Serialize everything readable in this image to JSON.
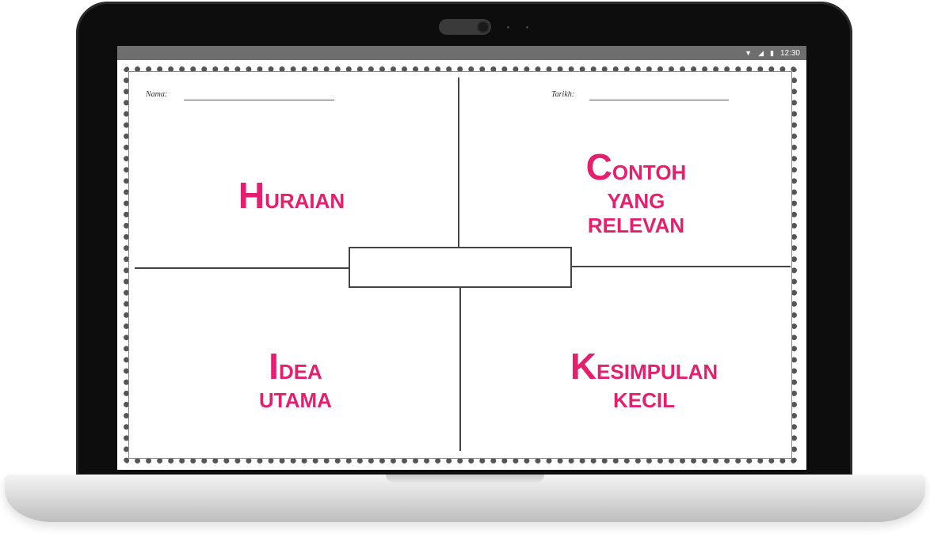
{
  "status_bar": {
    "time": "12:30",
    "icons": [
      "wifi-icon",
      "signal-icon",
      "battery-icon"
    ]
  },
  "worksheet": {
    "name_field_label": "Nama:",
    "date_field_label": "Tarikh:",
    "quadrants": {
      "top_left": {
        "initial": "H",
        "rest": "URAIAN",
        "lines": []
      },
      "top_right": {
        "initial": "C",
        "rest": "ONTOH",
        "lines": [
          "YANG",
          "RELEVAN"
        ]
      },
      "bottom_left": {
        "initial": "I",
        "rest": "DEA",
        "lines": [
          "UTAMA"
        ]
      },
      "bottom_right": {
        "initial": "K",
        "rest": "ESIMPULAN",
        "lines": [
          "KECIL"
        ]
      }
    }
  },
  "colors": {
    "accent": "#e51f6e",
    "bezel": "#0d0d0d",
    "status_bar": "#6e6e6e"
  }
}
